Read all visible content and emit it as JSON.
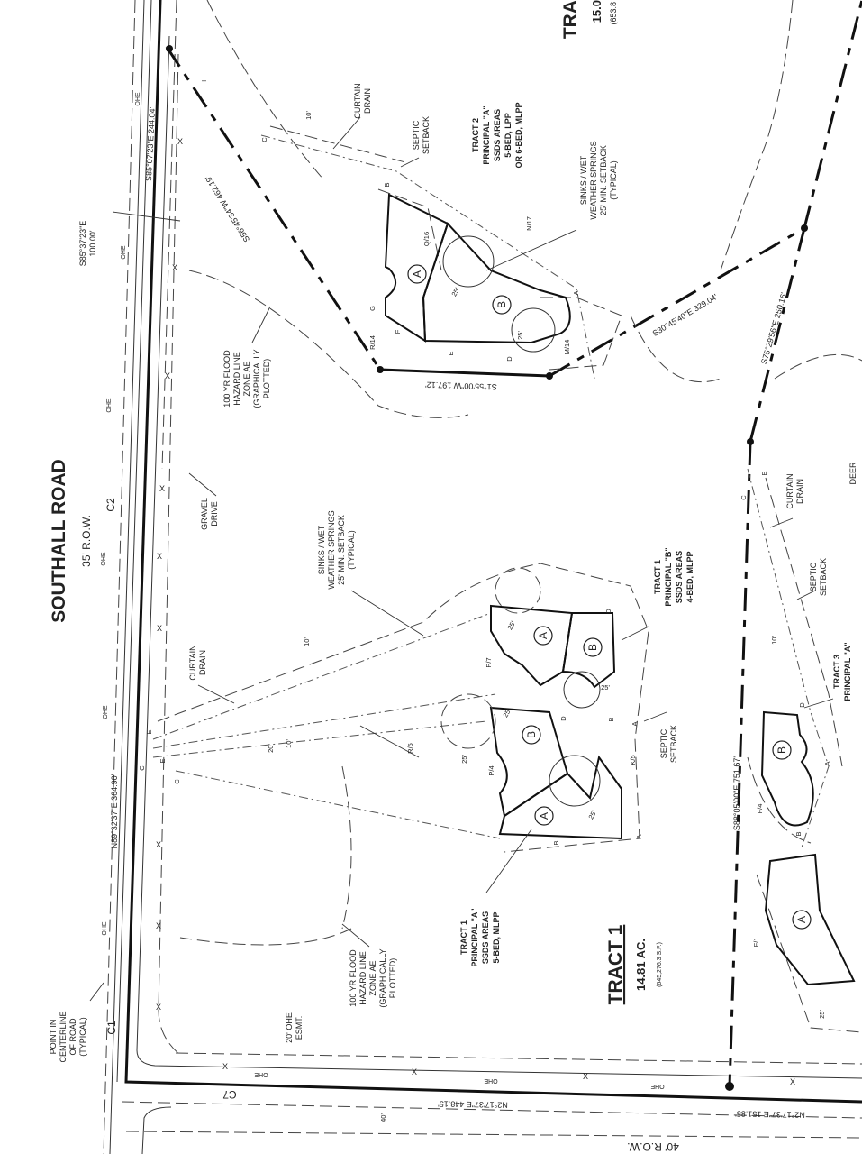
{
  "road": {
    "name": "SOUTHALL ROAD",
    "row": "35' R.O.W."
  },
  "bottom_road": {
    "row": "40' R.O.W."
  },
  "tracts": {
    "tract1": {
      "title": "TRACT 1",
      "area": "14.81 AC.",
      "sf": "(645,276.3 S.F.)"
    },
    "tract2_partial": {
      "title": "TRA",
      "area": "15.0",
      "sf": "(653.8"
    }
  },
  "bearings": {
    "b1": "S85°37'23\"E",
    "b1_dist": "100.00'",
    "b2": "S85°07'23\"E 244.04'",
    "b3": "S56°45'34\"W 462.19'",
    "b4": "S1°55'00\"W 197.12'",
    "b5": "S30°45'40\"E 329.04'",
    "b6": "S75°29'56\"E 250.16'",
    "b7": "N89°32'37\"E 364.90'",
    "b8": "S88°05'00\"E 751.67'",
    "b9": "N2°17'37\"E 448.15'",
    "b10": "N2°17'37\"E 151.85'"
  },
  "curves": {
    "c1": "C1",
    "c2": "C2",
    "c7": "C7"
  },
  "notes": {
    "flood1": [
      "100 YR FLOOD",
      "HAZARD LINE",
      "ZONE AE",
      "(GRAPHICALLY",
      "PLOTTED)"
    ],
    "flood2": [
      "100 YR FLOOD",
      "HAZARD LINE",
      "ZONE AE",
      "(GRAPHICALLY",
      "PLOTTED)"
    ],
    "centerline": [
      "POINT IN",
      "CENTERLINE",
      "OF ROAD",
      "(TYPICAL)"
    ],
    "ohe_esmt": [
      "20' OHE",
      "ESMT."
    ],
    "gravel": [
      "GRAVEL",
      "DRIVE"
    ],
    "curtain1": [
      "CURTAIN",
      "DRAIN"
    ],
    "curtain2": [
      "CURTAIN",
      "DRAIN"
    ],
    "curtain3": [
      "CURTAIN",
      "DRAIN"
    ],
    "sinks1": [
      "SINKS / WET",
      "WEATHER SPRINGS",
      "25' MIN. SETBACK",
      "(TYPICAL)"
    ],
    "sinks2": [
      "SINKS / WET",
      "WEATHER SPRINGS",
      "25' MIN. SETBACK",
      "(TYPICAL)"
    ],
    "septic1": [
      "SEPTIC",
      "SETBACK"
    ],
    "septic2": [
      "SEPTIC",
      "SETBACK"
    ],
    "septic3": [
      "SEPTIC",
      "SETBACK"
    ],
    "tract2_ssds": [
      "TRACT 2",
      "PRINCIPAL \"A\"",
      "SSDS AREAS",
      "5-BED, LPP",
      "OR 6-BED, MLPP"
    ],
    "tract1_b": [
      "TRACT 1",
      "PRINCIPAL \"B\"",
      "SSDS AREAS",
      "4-BED, MLPP"
    ],
    "tract1_a": [
      "TRACT 1",
      "PRINCIPAL \"A\"",
      "SSDS AREAS",
      "5-BED, MLPP"
    ],
    "tract3": [
      "TRACT 3",
      "PRINCIPAL \"A\""
    ],
    "deer": "DEER"
  },
  "dims": {
    "ten": "10'",
    "twenty": "20'",
    "twentyfive": "25'",
    "forty": "40'"
  },
  "utility": {
    "ohe": "OHE",
    "fence": "X"
  },
  "areas": {
    "a": "A",
    "b": "B"
  },
  "points": {
    "h": "H",
    "c": "C",
    "b": "B",
    "g": "G",
    "f": "F",
    "e": "E",
    "d": "D",
    "a": "A",
    "r14": "R/14",
    "q16": "Q/16",
    "n17": "N/17",
    "m14": "M/14",
    "p7": "P/7",
    "r5": "R/5",
    "p4": "P/4",
    "k5": "K/5",
    "f4": "F/4",
    "f1": "F/1"
  }
}
